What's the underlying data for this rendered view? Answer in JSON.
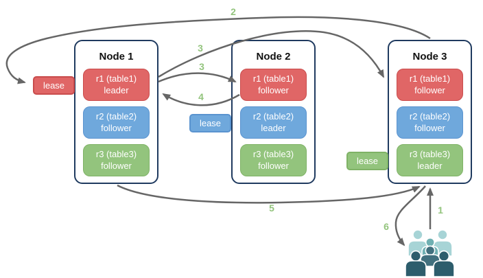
{
  "nodes": [
    {
      "name": "Node 1",
      "replicas": [
        {
          "range": "r1 (table1)",
          "role": "leader",
          "color": "#e06666"
        },
        {
          "range": "r2 (table2)",
          "role": "follower",
          "color": "#6fa8dc"
        },
        {
          "range": "r3 (table3)",
          "role": "follower",
          "color": "#93c47d"
        }
      ]
    },
    {
      "name": "Node 2",
      "replicas": [
        {
          "range": "r1 (table1)",
          "role": "follower",
          "color": "#e06666"
        },
        {
          "range": "r2 (table2)",
          "role": "leader",
          "color": "#6fa8dc"
        },
        {
          "range": "r3 (table3)",
          "role": "follower",
          "color": "#93c47d"
        }
      ]
    },
    {
      "name": "Node 3",
      "replicas": [
        {
          "range": "r1 (table1)",
          "role": "follower",
          "color": "#e06666"
        },
        {
          "range": "r2 (table2)",
          "role": "follower",
          "color": "#6fa8dc"
        },
        {
          "range": "r3 (table3)",
          "role": "leader",
          "color": "#93c47d"
        }
      ]
    }
  ],
  "leases": [
    {
      "label": "lease",
      "color": "#e06666"
    },
    {
      "label": "lease",
      "color": "#6fa8dc"
    },
    {
      "label": "lease",
      "color": "#93c47d"
    }
  ],
  "arrows": [
    {
      "label": "1",
      "from": "users",
      "to": "node3-bottom"
    },
    {
      "label": "2",
      "from": "node3-top",
      "to": "lease-red-node1"
    },
    {
      "label": "3",
      "from": "node1-r1-leader",
      "to": "node3-r1-follower"
    },
    {
      "label": "3",
      "from": "node1-r1-leader",
      "to": "node2-r1-follower"
    },
    {
      "label": "4",
      "from": "node2-r1-follower",
      "to": "node1-r1-leader"
    },
    {
      "label": "5",
      "from": "node1-bottom",
      "to": "node3-bottom"
    },
    {
      "label": "6",
      "from": "node3-bottom",
      "to": "users"
    }
  ],
  "icons": {
    "users": "users-icon"
  },
  "colors": {
    "replica_red": "#e06666",
    "replica_blue": "#6fa8dc",
    "replica_green": "#93c47d",
    "node_border": "#1f3a5f",
    "arrow_gray": "#666666",
    "step_label_green": "#93c47d",
    "users_light_teal": "#a7d4d6",
    "users_mid_teal": "#6fb0b2",
    "users_dark_teal": "#2d5d6c"
  }
}
